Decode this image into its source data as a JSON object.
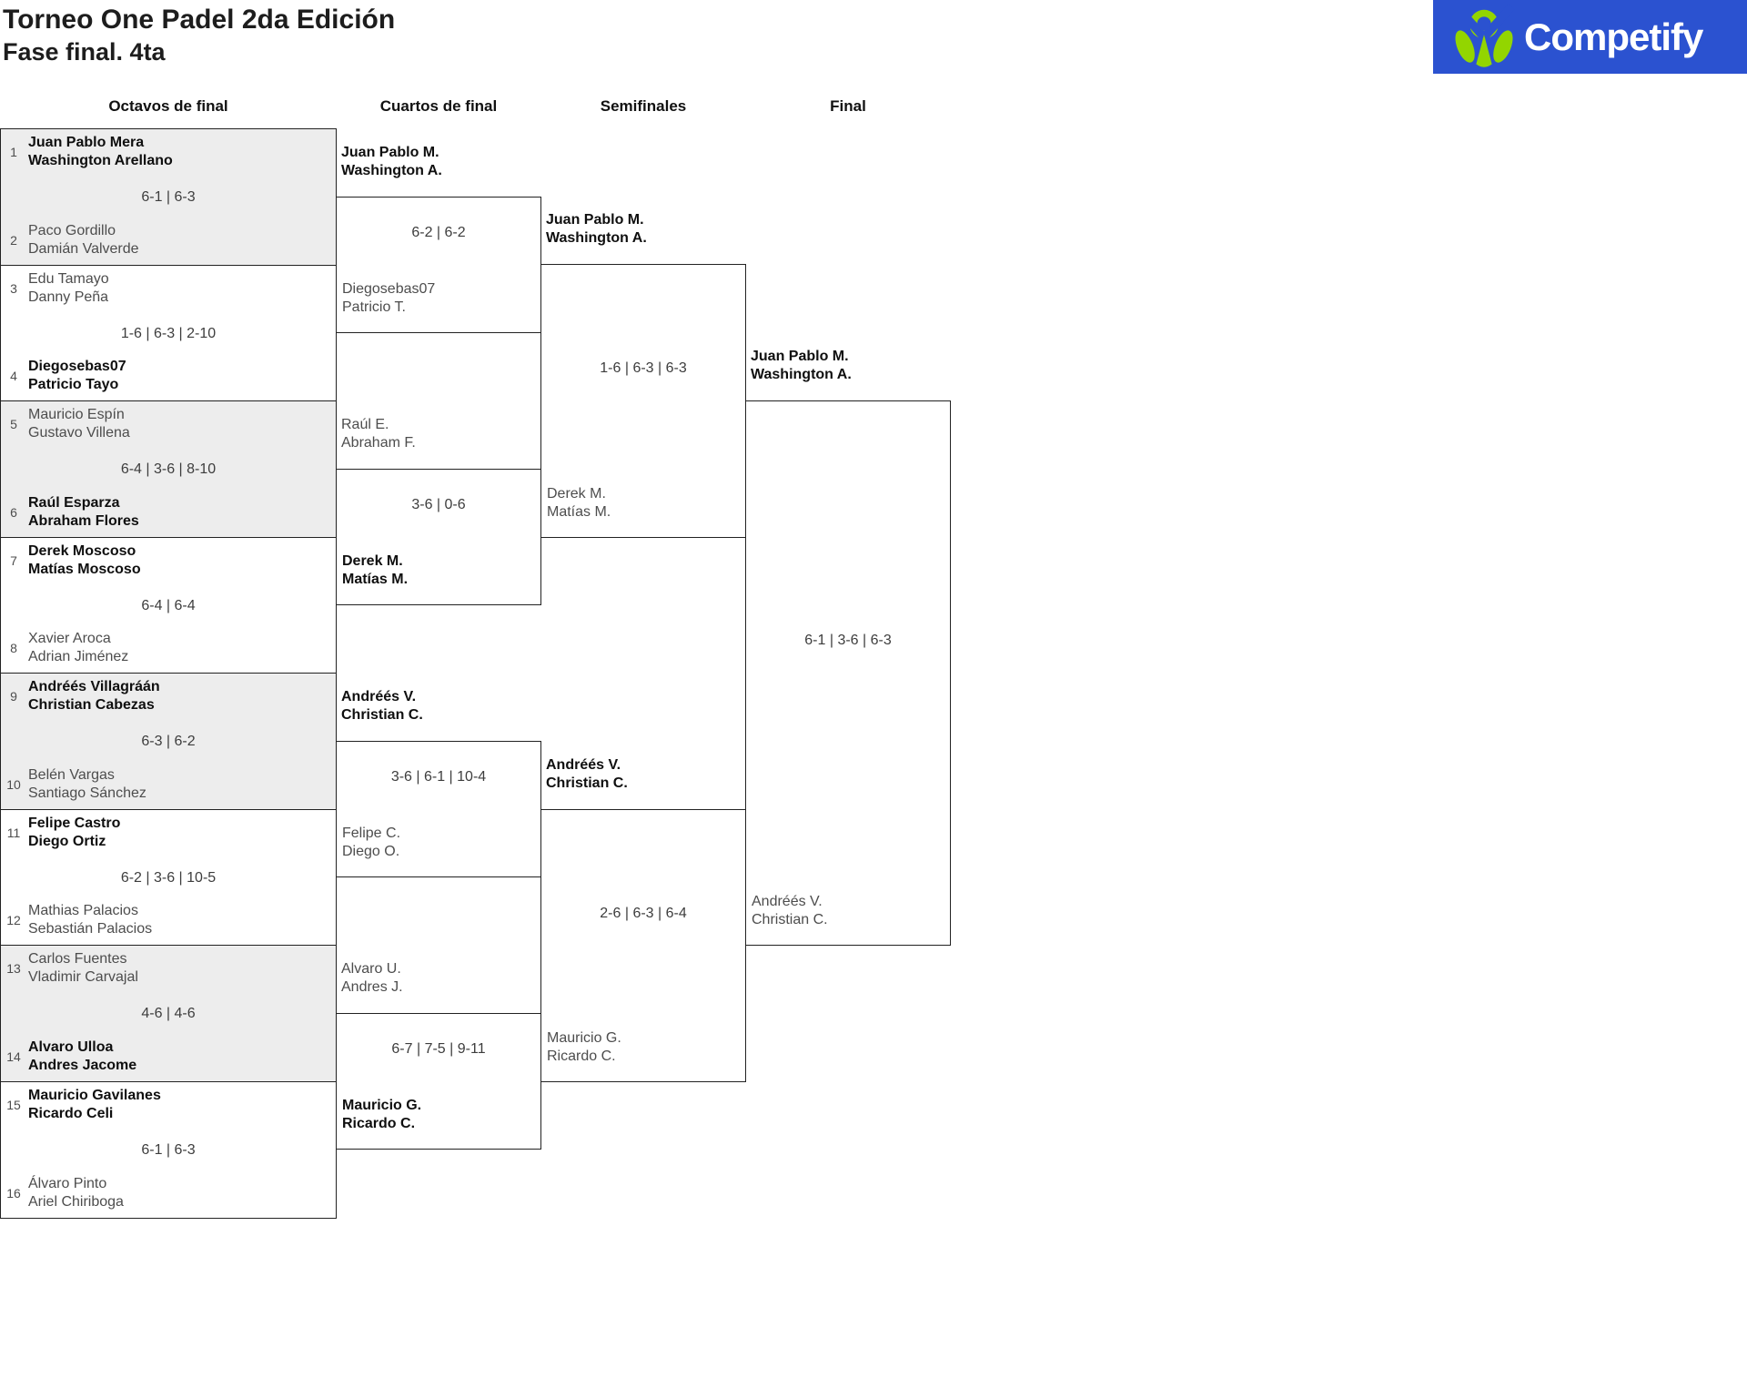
{
  "header": {
    "title": "Torneo One Padel 2da Edición",
    "subtitle": "Fase final. 4ta",
    "logo": {
      "text": "Competify",
      "bg_color": "#2B52D0",
      "icon_color": "#93D500",
      "icon_name": "competify-person-icon"
    }
  },
  "bracket": {
    "round_headers": [
      "Octavos de final",
      "Cuartos de final",
      "Semifinales",
      "Final"
    ],
    "octavos": [
      {
        "seed_top": "1",
        "team_top": [
          "Juan Pablo Mera",
          "Washington Arellano"
        ],
        "top_winner": true,
        "score": "6-1 | 6-3",
        "seed_bottom": "2",
        "team_bottom": [
          "Paco Gordillo",
          "Damián Valverde"
        ],
        "bottom_winner": false
      },
      {
        "seed_top": "3",
        "team_top": [
          "Edu Tamayo",
          "Danny Peña"
        ],
        "top_winner": false,
        "score": "1-6 | 6-3 | 2-10",
        "seed_bottom": "4",
        "team_bottom": [
          "Diegosebas07",
          "Patricio Tayo"
        ],
        "bottom_winner": true
      },
      {
        "seed_top": "5",
        "team_top": [
          "Mauricio Espín",
          "Gustavo Villena"
        ],
        "top_winner": false,
        "score": "6-4 | 3-6 | 8-10",
        "seed_bottom": "6",
        "team_bottom": [
          "Raúl Esparza",
          "Abraham Flores"
        ],
        "bottom_winner": true
      },
      {
        "seed_top": "7",
        "team_top": [
          "Derek Moscoso",
          "Matías Moscoso"
        ],
        "top_winner": true,
        "score": "6-4 | 6-4",
        "seed_bottom": "8",
        "team_bottom": [
          "Xavier Aroca",
          "Adrian Jiménez"
        ],
        "bottom_winner": false
      },
      {
        "seed_top": "9",
        "team_top": [
          "Andréés Villagráán",
          "Christian Cabezas"
        ],
        "top_winner": true,
        "score": "6-3 | 6-2",
        "seed_bottom": "10",
        "team_bottom": [
          "Belén Vargas",
          "Santiago Sánchez"
        ],
        "bottom_winner": false
      },
      {
        "seed_top": "11",
        "team_top": [
          "Felipe Castro",
          "Diego Ortiz"
        ],
        "top_winner": true,
        "score": "6-2 | 3-6 | 10-5",
        "seed_bottom": "12",
        "team_bottom": [
          "Mathias Palacios",
          "Sebastián Palacios"
        ],
        "bottom_winner": false
      },
      {
        "seed_top": "13",
        "team_top": [
          "Carlos Fuentes",
          "Vladimir Carvajal"
        ],
        "top_winner": false,
        "score": "4-6 | 4-6",
        "seed_bottom": "14",
        "team_bottom": [
          "Alvaro Ulloa",
          "Andres Jacome"
        ],
        "bottom_winner": true
      },
      {
        "seed_top": "15",
        "team_top": [
          "Mauricio Gavilanes",
          "Ricardo Celi"
        ],
        "top_winner": true,
        "score": "6-1 | 6-3",
        "seed_bottom": "16",
        "team_bottom": [
          "Álvaro Pinto",
          "Ariel Chiriboga"
        ],
        "bottom_winner": false
      }
    ],
    "cuartos": [
      {
        "team_top": [
          "Juan Pablo M.",
          "Washington A."
        ],
        "top_winner": true,
        "score": "6-2 | 6-2",
        "team_bottom": [
          "Diegosebas07",
          "Patricio T."
        ],
        "bottom_winner": false
      },
      {
        "team_top": [
          "Raúl E.",
          "Abraham F."
        ],
        "top_winner": false,
        "score": "3-6 | 0-6",
        "team_bottom": [
          "Derek M.",
          "Matías M."
        ],
        "bottom_winner": true
      },
      {
        "team_top": [
          "Andréés V.",
          "Christian C."
        ],
        "top_winner": true,
        "score": "3-6 | 6-1 | 10-4",
        "team_bottom": [
          "Felipe C.",
          "Diego O."
        ],
        "bottom_winner": false
      },
      {
        "team_top": [
          "Alvaro U.",
          "Andres J."
        ],
        "top_winner": false,
        "score": "6-7 | 7-5 | 9-11",
        "team_bottom": [
          "Mauricio G.",
          "Ricardo C."
        ],
        "bottom_winner": true
      }
    ],
    "semifinales": [
      {
        "team_top": [
          "Juan Pablo M.",
          "Washington A."
        ],
        "top_winner": true,
        "score": "1-6 | 6-3 | 6-3",
        "team_bottom": [
          "Derek M.",
          "Matías M."
        ],
        "bottom_winner": false
      },
      {
        "team_top": [
          "Andréés V.",
          "Christian C."
        ],
        "top_winner": true,
        "score": "2-6 | 6-3 | 6-4",
        "team_bottom": [
          "Mauricio G.",
          "Ricardo C."
        ],
        "bottom_winner": false
      }
    ],
    "final": [
      {
        "team_top": [
          "Juan Pablo M.",
          "Washington A."
        ],
        "top_winner": true,
        "score": "6-1 | 3-6 | 6-3",
        "team_bottom": [
          "Andréés V.",
          "Christian C."
        ],
        "bottom_winner": false
      }
    ]
  }
}
